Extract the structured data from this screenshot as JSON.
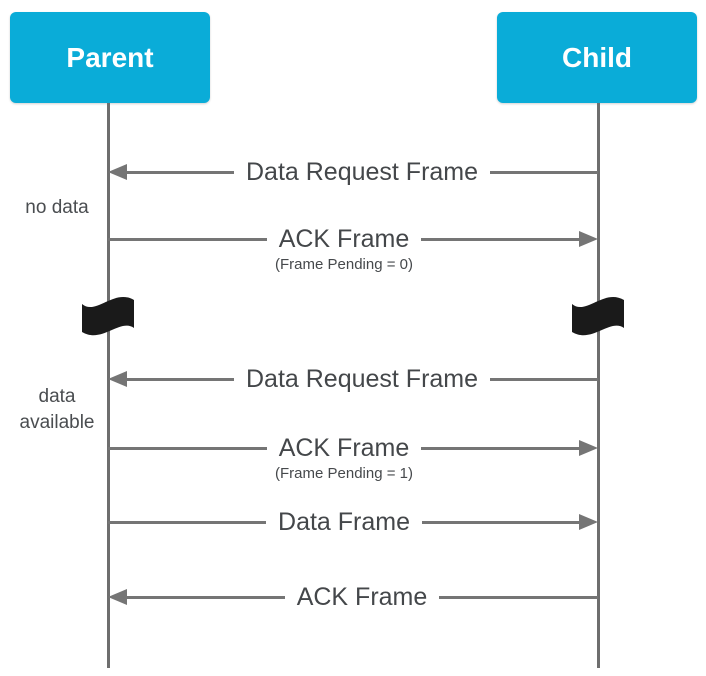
{
  "diagram": {
    "actors": [
      {
        "label": "Parent"
      },
      {
        "label": "Child"
      }
    ],
    "side_notes": [
      {
        "text": "no data"
      },
      {
        "text": "data available"
      }
    ],
    "messages": [
      {
        "label": "Data Request Frame",
        "direction": "left"
      },
      {
        "label": "ACK Frame",
        "sublabel": "(Frame Pending = 0)",
        "direction": "right"
      },
      {
        "label": "Data Request Frame",
        "direction": "left"
      },
      {
        "label": "ACK Frame",
        "sublabel": "(Frame Pending = 1)",
        "direction": "right"
      },
      {
        "label": "Data Frame",
        "direction": "right"
      },
      {
        "label": "ACK Frame",
        "direction": "left"
      }
    ],
    "icons": {
      "flag": "⚑"
    },
    "colors": {
      "actor_bg": "#0aacd8",
      "actor_text": "#ffffff",
      "line": "#757575",
      "lifeline": "#6e6e6e",
      "label_text": "#44474a",
      "flag": "#1a1a1a"
    }
  }
}
